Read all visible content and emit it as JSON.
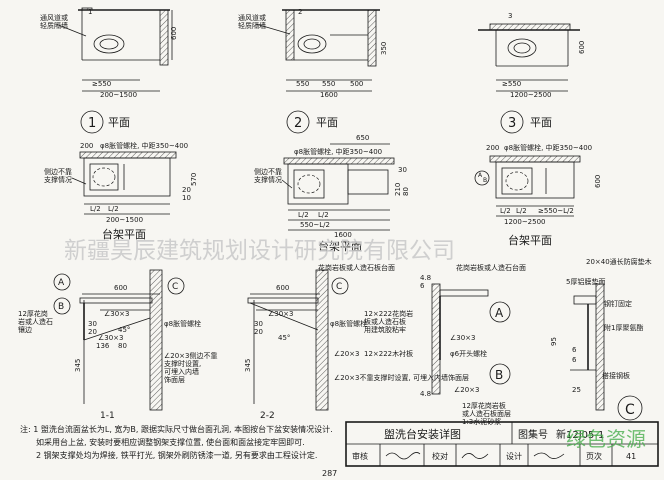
{
  "plans": {
    "p1": {
      "wall_note": "通风道或\n轻质隔墙",
      "dims": [
        "≥550",
        "200~1500"
      ],
      "dim_side": "600",
      "circle": "1",
      "label": "平面"
    },
    "p2": {
      "wall_note": "通风道或\n轻质隔墙",
      "dims": [
        "550",
        "550",
        "500",
        "1600"
      ],
      "dim_side": "350",
      "circle": "2",
      "label": "平面"
    },
    "p3": {
      "dims": [
        "≥550",
        "1200~2500"
      ],
      "dim_side": "600",
      "circle": "3",
      "label": "平面"
    }
  },
  "frames": {
    "f1": {
      "top_dims": [
        "200",
        "φ8胀管螺栓, 中距350~400"
      ],
      "side_note": "侧边不靠\n支撑情况",
      "bottom_dims": [
        "L/2",
        "L/2",
        "200~1500"
      ],
      "side_dims": [
        "570",
        "20",
        "10"
      ],
      "label": "台架平面"
    },
    "f2": {
      "top_dims": [
        "650",
        "φ8胀管螺栓, 中距350~400"
      ],
      "side_note": "侧边不靠\n支撑情况",
      "bottom_dims": [
        "L/2",
        "L/2",
        "550~L/2",
        "1600"
      ],
      "side_dims": [
        "30",
        "210",
        "80"
      ],
      "label": "台架平面"
    },
    "f3": {
      "top_dims": [
        "200",
        "φ8胀管螺栓, 中距350~400"
      ],
      "bottom_dims": [
        "L/2",
        "L/2",
        "≥550~L/2",
        "1200~2500"
      ],
      "side_dims": [
        "600"
      ],
      "markers": [
        "A",
        "B"
      ],
      "label": "台架平面"
    }
  },
  "sections": {
    "s1": {
      "label": "1-1",
      "top_dim": "600",
      "notes": [
        "12厚花岗\n岩或人造石\n镶边",
        "∠30×3",
        "∠30×3",
        "φ8胀管螺栓",
        "∠20×3侧边不靠\n支撑时设置,\n可埋入内墙\n饰面层"
      ],
      "dims": [
        "30",
        "20",
        "45°",
        "136",
        "80",
        "345"
      ],
      "markers": [
        "A",
        "B",
        "C"
      ]
    },
    "s2": {
      "label": "2-2",
      "top_dim": "600",
      "notes": [
        "花岗岩板或人造石板台面",
        "∠30×3",
        "φ8胀管螺栓",
        "∠20×3",
        "∠20×3不靠支撑时设置, 可埋入内墙饰面层"
      ],
      "dims": [
        "30",
        "20",
        "345",
        "45°"
      ],
      "markers": [
        "C"
      ]
    }
  },
  "details": {
    "dA": {
      "marker": "A",
      "notes": [
        "花岗岩板或人造石台面",
        "12×222花岗岩\n板或人造石板\n用建筑胶粘牢",
        "12×222木衬板",
        "∠30×3",
        "φ6开头螺栓"
      ],
      "dims": [
        "4.8",
        "6"
      ]
    },
    "dB": {
      "marker": "B",
      "notes": [
        "∠20×3",
        "12厚花岗岩板\n或人造石板面层\n1:3水泥砂浆"
      ],
      "dims": [
        "4.8"
      ]
    },
    "dC": {
      "marker": "C",
      "notes": [
        "20×40通长防腐垫木",
        "5厚铝膜垫面",
        "钢钉固定",
        "附1厚聚氨酯",
        "搭接钢板"
      ],
      "dims": [
        "95",
        "6",
        "6",
        "25"
      ]
    }
  },
  "notes": {
    "n1": "注: 1 盥洗台流面盆长为L, 宽为B, 跟据实际尺寸做台面孔洞, 本图按台下盆安装情况设计.",
    "n2": "如采用台上盆, 安装时要相应调整钢架支撑位置, 使台面和面盆接定牢固即可.",
    "n3": "2 钢架支撑处均为焊接, 铁平打光, 钢架外刷防锈漆一道, 另有要求由工程设计定."
  },
  "title_block": {
    "title": "盥洗台安装详图",
    "atlas_label": "图集号",
    "atlas_no": "新12J05-1",
    "row": [
      "审核",
      "校对",
      "设计",
      "页次"
    ],
    "page_no": "287",
    "sheet_page": "41"
  },
  "watermark": {
    "text": "新疆昊辰建筑规划设计研究院有限公司",
    "badge": "绿色资源"
  }
}
